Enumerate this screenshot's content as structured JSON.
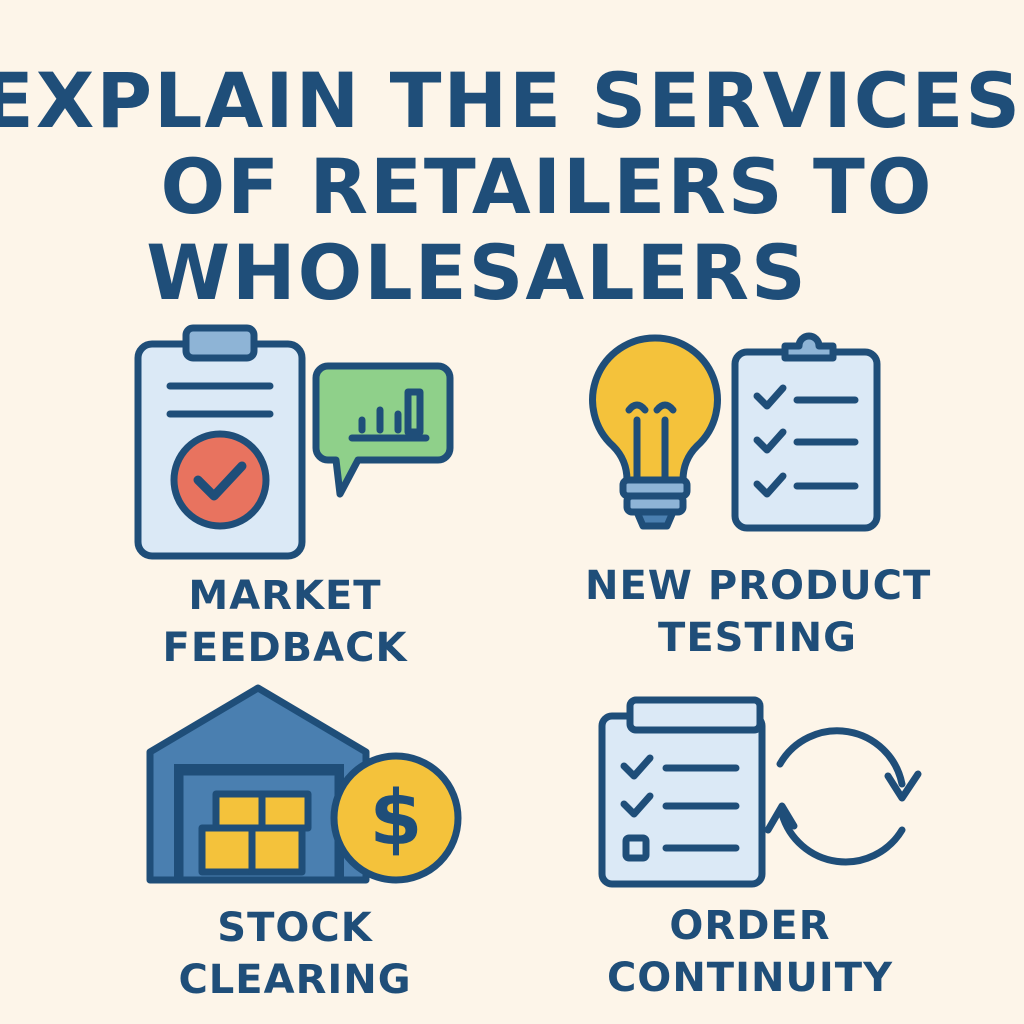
{
  "title": {
    "line1": "EXPLAIN THE SERVICES",
    "line2": "OF RETAILERS TO",
    "line3": "WHOLESALERS"
  },
  "services": [
    {
      "icon": "clipboard-check-feedback-icon",
      "line1": "MARKET",
      "line2": "FEEDBACK"
    },
    {
      "icon": "lightbulb-checklist-icon",
      "line1": "NEW PRODUCT",
      "line2": "TESTING"
    },
    {
      "icon": "warehouse-dollar-icon",
      "line1": "STOCK",
      "line2": "CLEARING"
    },
    {
      "icon": "checklist-cycle-icon",
      "line1": "ORDER",
      "line2": "CONTINUITY"
    }
  ],
  "colors": {
    "navy": "#1f4e79",
    "background": "#fdf5e9",
    "paper": "#dbe9f6",
    "clip": "#8eb4d6",
    "red": "#e8735f",
    "green": "#8fd08a",
    "yellow": "#f4c23b",
    "steel": "#4a7fb0"
  }
}
